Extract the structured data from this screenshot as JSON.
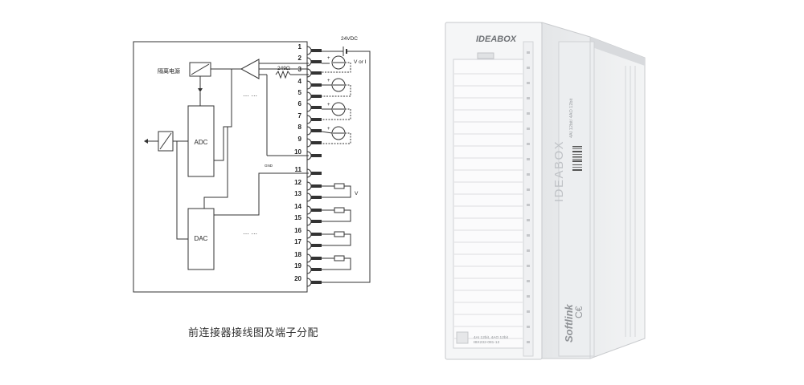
{
  "diagram": {
    "isolated_power_label": "隔离电源",
    "adc_label": "ADC",
    "dac_label": "DAC",
    "supply_label": "24VDC",
    "resistor_label": "249Ω",
    "input_mode_label": "V or I",
    "output_mode_label": "V",
    "gnd_label": "GND",
    "ellipsis_upper": "… …",
    "ellipsis_lower": "… …",
    "terminals": [
      "1",
      "2",
      "3",
      "4",
      "5",
      "6",
      "7",
      "8",
      "9",
      "10",
      "11",
      "12",
      "13",
      "14",
      "15",
      "16",
      "17",
      "18",
      "19",
      "20"
    ],
    "caption": "前连接器接线图及端子分配"
  },
  "module": {
    "brand": "IDEABOX",
    "side_brand": "IDEABOX",
    "maker": "Softlink",
    "ce_mark": "C€",
    "spec_side": "4AI 12bit/ 4AO 12bit",
    "spec_front_line1": "4AI 12bit, 4AO 12bit",
    "spec_front_line2": "IBX232-081-12"
  }
}
